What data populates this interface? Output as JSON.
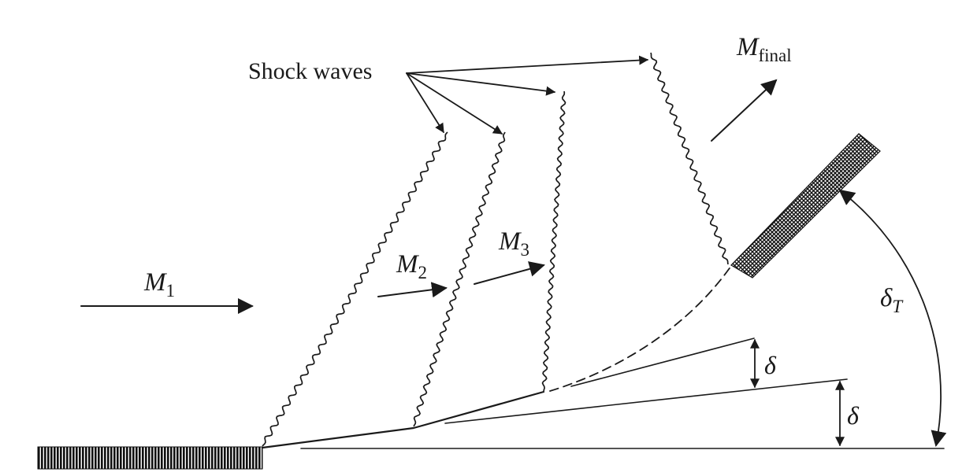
{
  "labels": {
    "shock_waves": "Shock waves",
    "m1": {
      "base": "M",
      "sub": "1"
    },
    "m2": {
      "base": "M",
      "sub": "2"
    },
    "m3": {
      "base": "M",
      "sub": "3"
    },
    "m_final": {
      "base": "M",
      "sub": "final"
    },
    "delta_1": "δ",
    "delta_2": "δ",
    "delta_t": {
      "base": "δ",
      "sub": "T"
    }
  }
}
